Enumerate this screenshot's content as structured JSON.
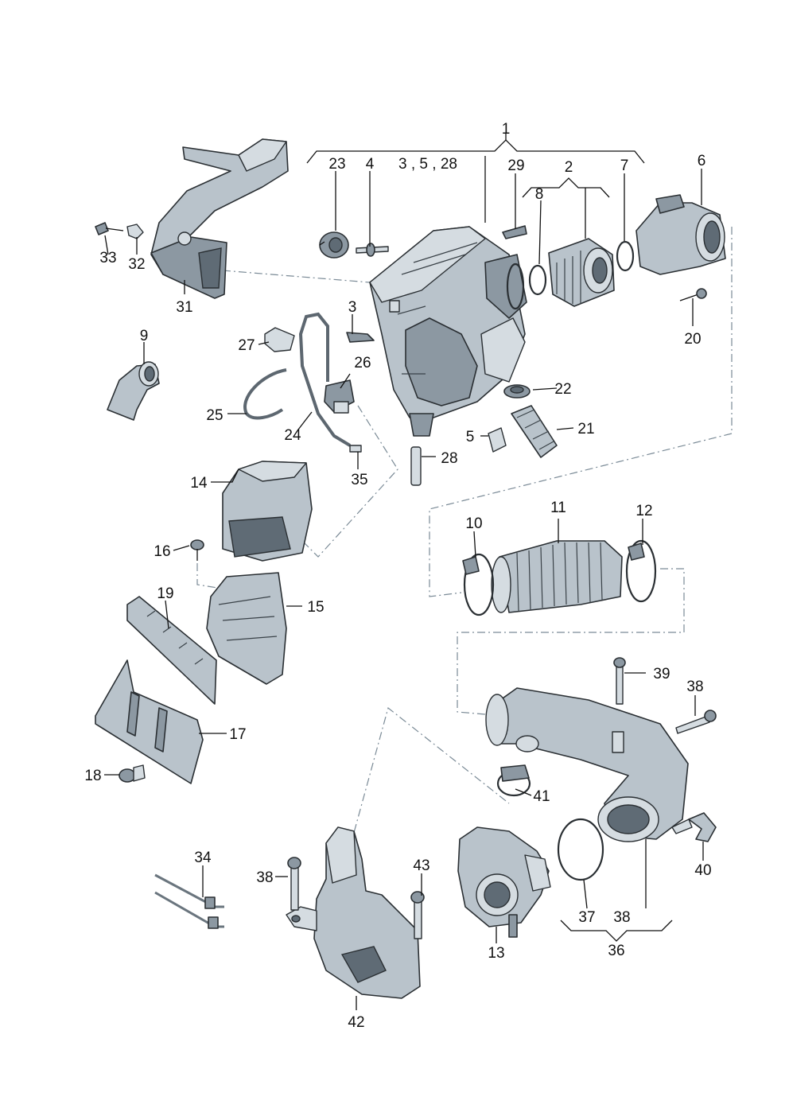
{
  "labels": {
    "l1": "1",
    "l2": "2",
    "l3": "3",
    "l3_5_28": "3 , 5 , 28",
    "l4": "4",
    "l5": "5",
    "l6": "6",
    "l7": "7",
    "l8": "8",
    "l9": "9",
    "l10": "10",
    "l11": "11",
    "l12": "12",
    "l13": "13",
    "l14": "14",
    "l15": "15",
    "l16": "16",
    "l17": "17",
    "l18": "18",
    "l19": "19",
    "l20": "20",
    "l21": "21",
    "l22": "22",
    "l23": "23",
    "l24": "24",
    "l25": "25",
    "l26": "26",
    "l27": "27",
    "l28": "28",
    "l29": "29",
    "l31": "31",
    "l32": "32",
    "l33": "33",
    "l34": "34",
    "l35": "35",
    "l36": "36",
    "l37": "37",
    "l38a": "38",
    "l38b": "38",
    "l38c": "38",
    "l39": "39",
    "l40": "40",
    "l41": "41",
    "l42": "42",
    "l43": "43"
  }
}
